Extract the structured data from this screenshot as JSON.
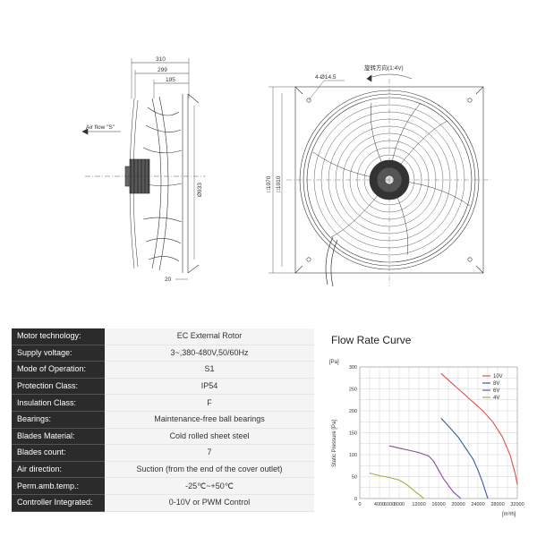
{
  "drawing": {
    "side_view": {
      "dim_total": "310",
      "dim_mid": "299",
      "dim_short": "195",
      "dim_diameter": "Ø933",
      "dim_flange": "20",
      "airflow_label": "Air flow \"S\""
    },
    "front_view": {
      "holes_label": "4-Ø14.5",
      "rotation_label": "旋转方向(1:4V)",
      "dim_outer": "□1070",
      "dim_inner": "□1010"
    }
  },
  "specs": [
    {
      "label": "Motor technology:",
      "value": "EC External Rotor"
    },
    {
      "label": "Supply voltage:",
      "value": "3~,380-480V,50/60Hz"
    },
    {
      "label": "Mode of Operation:",
      "value": "S1"
    },
    {
      "label": "Protection Class:",
      "value": "IP54"
    },
    {
      "label": "Insulation Class:",
      "value": "F"
    },
    {
      "label": "Bearings:",
      "value": "Maintenance-free ball bearings"
    },
    {
      "label": "Blades Material:",
      "value": "Cold rolled sheet steel"
    },
    {
      "label": "Blades count:",
      "value": "7"
    },
    {
      "label": "Air direction:",
      "value": "Suction (from the end of the cover outlet)"
    },
    {
      "label": "Perm.amb.temp.:",
      "value": "-25℃~+50℃"
    },
    {
      "label": "Controller Integrated:",
      "value": "0-10V or PWM Control"
    }
  ],
  "chart_data": {
    "type": "line",
    "title": "Flow Rate Curve",
    "ylabel": "Static Pressure [Pa]",
    "ylabel_unit": "[Pa]",
    "xlabel": "[m³/h]",
    "xlim": [
      0,
      32000
    ],
    "ylim": [
      0,
      300
    ],
    "x_ticks": [
      0,
      4000,
      6000,
      8000,
      12000,
      16000,
      20000,
      24000,
      28000,
      32000
    ],
    "y_ticks": [
      0,
      50,
      100,
      150,
      200,
      250,
      300
    ],
    "grid": true,
    "legend_position": "top-right",
    "series": [
      {
        "name": "10V",
        "color": "#d9534f",
        "points": [
          [
            16500,
            285
          ],
          [
            18500,
            265
          ],
          [
            21000,
            240
          ],
          [
            23500,
            215
          ],
          [
            25000,
            200
          ],
          [
            27000,
            175
          ],
          [
            29000,
            140
          ],
          [
            30500,
            100
          ],
          [
            31500,
            60
          ],
          [
            32000,
            32
          ]
        ]
      },
      {
        "name": "8V",
        "color": "#3b5aa3",
        "points": [
          [
            16500,
            183
          ],
          [
            18000,
            165
          ],
          [
            20000,
            140
          ],
          [
            21500,
            115
          ],
          [
            23000,
            90
          ],
          [
            24000,
            65
          ],
          [
            25000,
            35
          ],
          [
            26000,
            0
          ]
        ]
      },
      {
        "name": "6V",
        "color": "#8a4a9e",
        "points": [
          [
            6000,
            120
          ],
          [
            8000,
            115
          ],
          [
            10000,
            110
          ],
          [
            12000,
            105
          ],
          [
            14000,
            97
          ],
          [
            15000,
            85
          ],
          [
            16000,
            65
          ],
          [
            17000,
            45
          ],
          [
            18000,
            30
          ],
          [
            19000,
            15
          ],
          [
            20500,
            0
          ]
        ]
      },
      {
        "name": "4V",
        "color": "#8fb83a",
        "points": [
          [
            2000,
            58
          ],
          [
            4000,
            52
          ],
          [
            6000,
            48
          ],
          [
            8000,
            42
          ],
          [
            9500,
            32
          ],
          [
            11000,
            18
          ],
          [
            12500,
            5
          ],
          [
            13000,
            0
          ]
        ]
      }
    ]
  }
}
